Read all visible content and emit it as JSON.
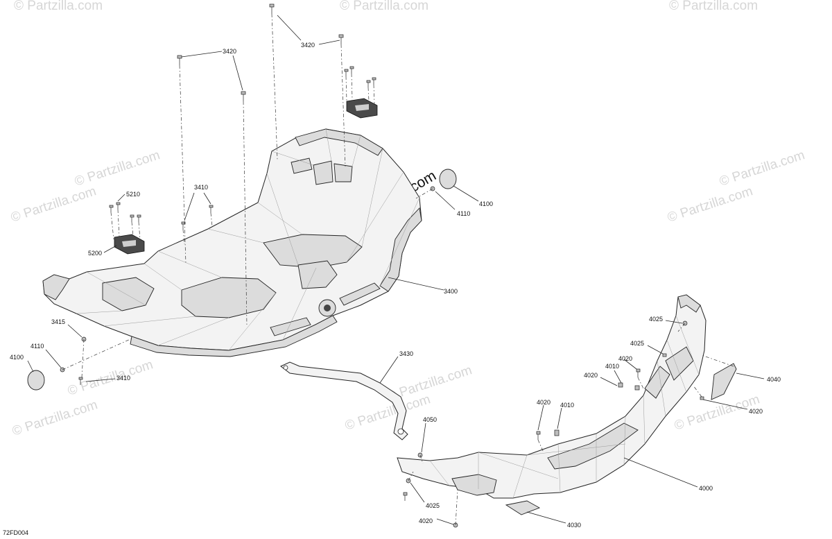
{
  "diagram": {
    "drawing_code": "72FD004",
    "watermarks": [
      "© Partzilla.com",
      "© Partzilla.com",
      "© Partzilla.com",
      "© Partzilla.com",
      "© Partzilla.com",
      "© Partzilla.com",
      "© Partzilla.com",
      "© Partzilla.com",
      "© Partzilla.com",
      "© Partzilla.com",
      "© Partzilla.com",
      "© Partzilla.com"
    ],
    "center_watermark": "© Partzilla.com",
    "callouts": [
      {
        "id": "c3420a",
        "text": "3420"
      },
      {
        "id": "c3420b",
        "text": "3420"
      },
      {
        "id": "c5210",
        "text": "5210"
      },
      {
        "id": "c3410a",
        "text": "3410"
      },
      {
        "id": "c5200",
        "text": "5200"
      },
      {
        "id": "c4110a",
        "text": "4110"
      },
      {
        "id": "c4100a",
        "text": "4100"
      },
      {
        "id": "c3400",
        "text": "3400"
      },
      {
        "id": "c3415",
        "text": "3415"
      },
      {
        "id": "c4110b",
        "text": "4110"
      },
      {
        "id": "c4100b",
        "text": "4100"
      },
      {
        "id": "c3410b",
        "text": "3410"
      },
      {
        "id": "c3430",
        "text": "3430"
      },
      {
        "id": "c4025a",
        "text": "4025"
      },
      {
        "id": "c4025b",
        "text": "4025"
      },
      {
        "id": "c4020a",
        "text": "4020"
      },
      {
        "id": "c4010a",
        "text": "4010"
      },
      {
        "id": "c4020b",
        "text": "4020"
      },
      {
        "id": "c4040",
        "text": "4040"
      },
      {
        "id": "c4020c",
        "text": "4020"
      },
      {
        "id": "c4020d",
        "text": "4020"
      },
      {
        "id": "c4010b",
        "text": "4010"
      },
      {
        "id": "c4050",
        "text": "4050"
      },
      {
        "id": "c4000",
        "text": "4000"
      },
      {
        "id": "c4025c",
        "text": "4025"
      },
      {
        "id": "c4020e",
        "text": "4020"
      },
      {
        "id": "c4030",
        "text": "4030"
      }
    ]
  }
}
